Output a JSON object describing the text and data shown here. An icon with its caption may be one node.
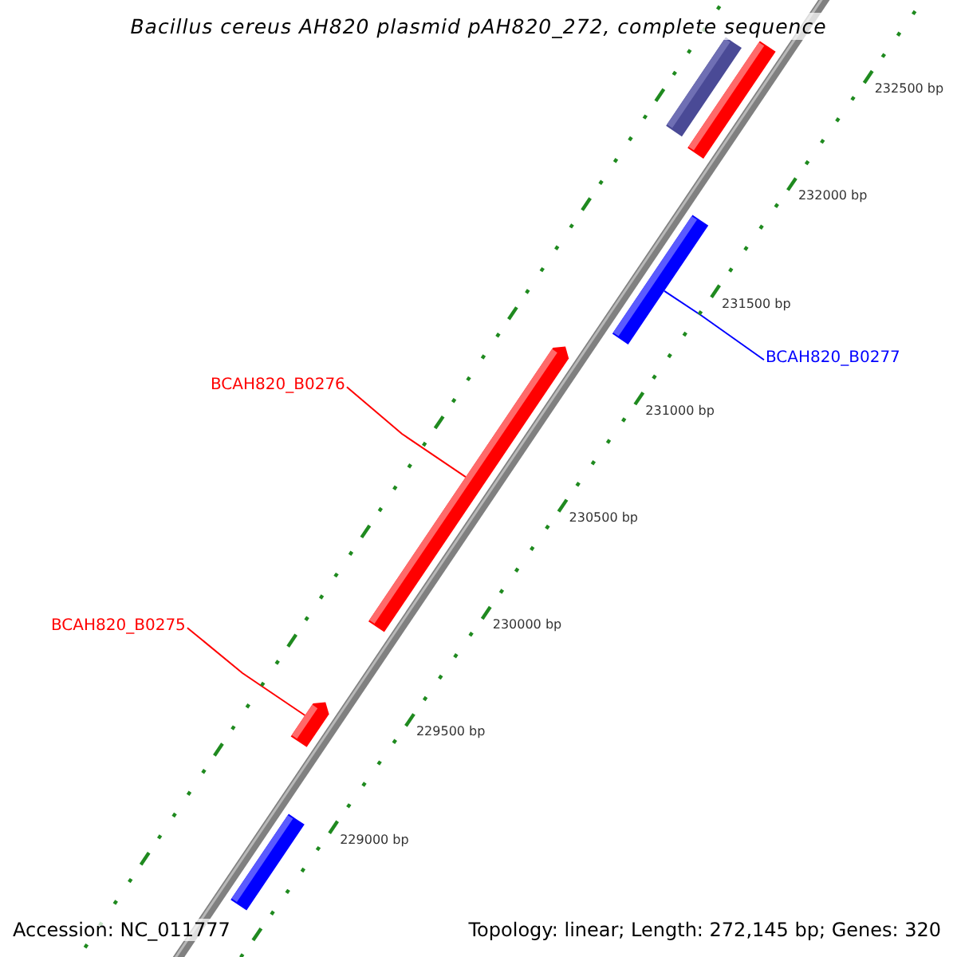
{
  "diagram": {
    "title": "Bacillus cereus AH820 plasmid pAH820_272, complete sequence",
    "nodes": [
      {
        "text": [],
        "shape": "bar"
      },
      {
        "text": [],
        "shape": "bar"
      },
      {
        "text": [],
        "shape": "bar"
      },
      {
        "text": [
          "BCAH820_B0277"
        ]
      },
      {
        "text": [
          "BCAH820_B0276"
        ]
      },
      {
        "text": [],
        "shape": "bar"
      },
      {
        "text": [
          "BCAH820_B0275"
        ]
      },
      {
        "text": [],
        "shape": "bar"
      },
      {
        "text": [],
        "shape": "bar"
      }
    ],
    "edges": [
      {
        "from": 3,
        "to": 2,
        "arrow": "none",
        "color": "#0000ff"
      },
      {
        "from": 4,
        "to": 5,
        "arrow": "none"
      },
      {
        "from": 6,
        "to": 7,
        "arrow": "none"
      }
    ],
    "labels": [
      "232500 bp",
      "232000 bp",
      "231500 bp",
      "231000 bp",
      "230500 bp",
      "230000 bp",
      "229500 bp",
      "229000 bp",
      "Accession: NC_011777",
      "Topology: linear; Length: 272,145 bp; Genes: 320"
    ]
  }
}
